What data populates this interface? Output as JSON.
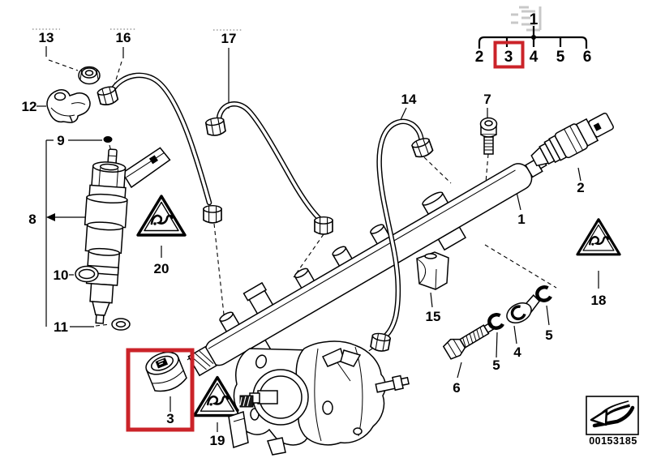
{
  "index_tree": {
    "root": "1",
    "children": [
      "2",
      "3",
      "4",
      "5",
      "6"
    ],
    "selected": "3"
  },
  "callouts": {
    "c1": "1",
    "c2": "2",
    "c3": "3",
    "c4": "4",
    "c5a": "5",
    "c5b": "5",
    "c6": "6",
    "c7": "7",
    "c8": "8",
    "c9": "9",
    "c10": "10",
    "c11": "11",
    "c12": "12",
    "c13": "13",
    "c14": "14",
    "c15": "15",
    "c16": "16",
    "c17": "17",
    "c18": "18",
    "c19": "19",
    "c20": "20"
  },
  "highlighted_part": "3",
  "stamp": {
    "image_number": "00153185"
  },
  "colors": {
    "background": "#ffffff",
    "line": "#000000",
    "highlight": "#cb2329",
    "watermark": "#c8c8c8"
  },
  "icons": {
    "warning_triangle": "△",
    "page_turn_arrow": "↩"
  }
}
